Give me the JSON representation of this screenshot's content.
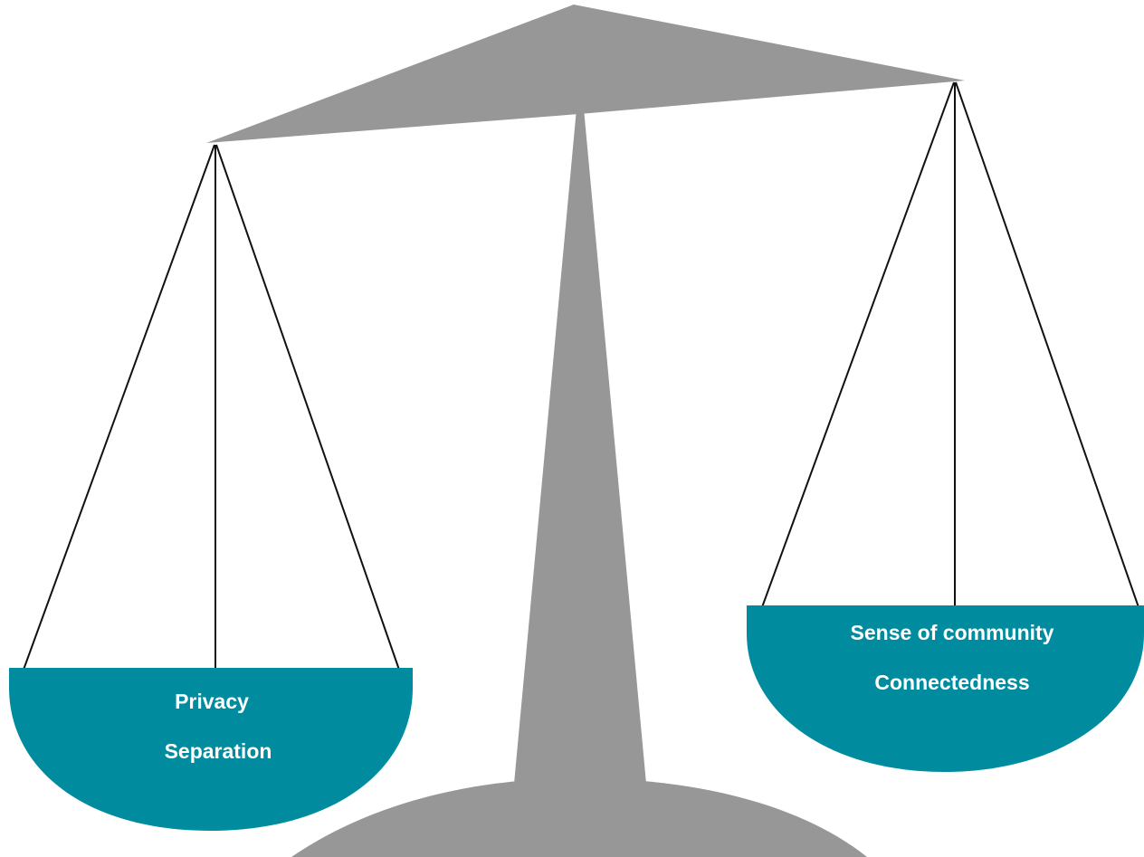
{
  "colors": {
    "frame": "#979797",
    "pan": "#008c9e",
    "string": "#111111",
    "label": "#ffffff",
    "background": "#ffffff"
  },
  "left_pan": {
    "line1": "Privacy",
    "line2": "Separation"
  },
  "right_pan": {
    "line1": "Sense of community",
    "line2": "Connectedness"
  }
}
